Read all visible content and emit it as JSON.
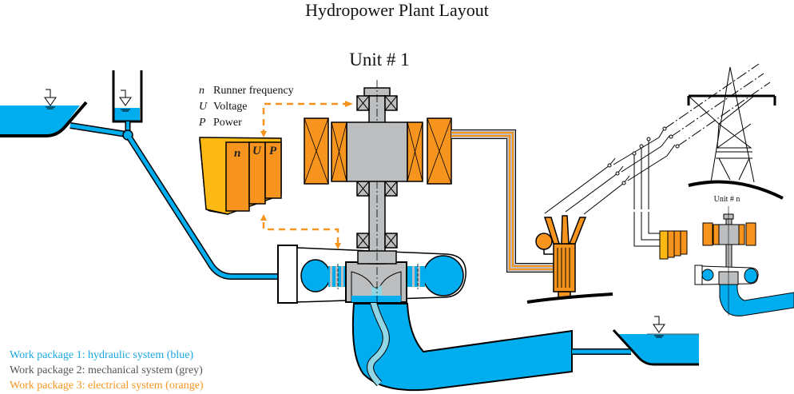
{
  "title": "Hydropower Plant Layout",
  "unit_1": {
    "label": "Unit # 1"
  },
  "unit_n": {
    "label": "Unit # n"
  },
  "parameters": [
    {
      "symbol": "n",
      "label": "Runner frequency"
    },
    {
      "symbol": "U",
      "label": "Voltage"
    },
    {
      "symbol": "P",
      "label": "Power"
    }
  ],
  "control_cabinet": {
    "labels": [
      "n",
      "U",
      "P"
    ]
  },
  "legend": [
    {
      "text": "Work package 1: hydraulic system (blue)",
      "color": "#1aa7e0"
    },
    {
      "text": "Work package 2: mechanical system (grey)",
      "color": "#555555"
    },
    {
      "text": "Work package 3: electrical system (orange)",
      "color": "#f7941d"
    }
  ],
  "colors": {
    "water": "#00aeef",
    "water_light": "#8fd6e6",
    "steel": "#bcbec0",
    "electrical": "#f7941d",
    "electrical_light": "#fdb913",
    "line": "#000000"
  }
}
